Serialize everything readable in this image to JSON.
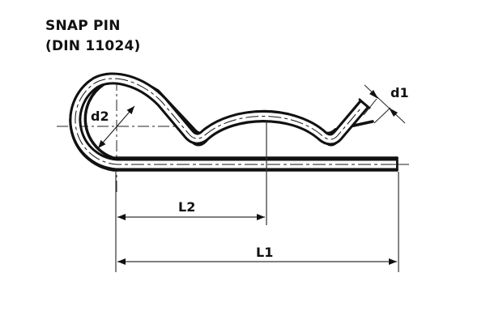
{
  "title": {
    "line1": "SNAP PIN",
    "line2": "(DIN 11024)"
  },
  "dimensions": {
    "d1": "d1",
    "d2": "d2",
    "L1": "L1",
    "L2": "L2"
  },
  "colors": {
    "stroke": "#111111",
    "dim_line": "#333333",
    "background": "#ffffff"
  }
}
